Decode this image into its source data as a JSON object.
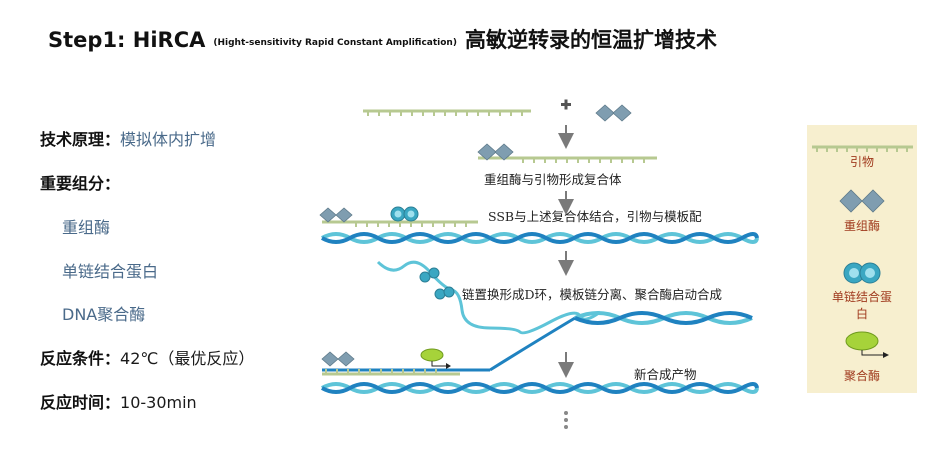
{
  "title": {
    "main": "Step1: HiRCA",
    "sub": "(Hight-sensitivity Rapid Constant Amplification)",
    "cn": "高敏逆转录的恒温扩增技术"
  },
  "left": {
    "principle_label": "技术原理",
    "principle_value": "模拟体内扩增",
    "components_label": "重要组分",
    "components": [
      "重组酶",
      "单链结合蛋白",
      "DNA聚合酶"
    ],
    "condition_label": "反应条件",
    "condition_value": "42℃（最优反应）",
    "time_label": "反应时间",
    "time_value": "10-30min"
  },
  "diagram": {
    "step1_text": "重组酶与引物形成复合体",
    "step2_text": "SSB与上述复合体结合，引物与模板配",
    "step3_text": "链置换形成D环，模板链分离、聚合酶启动合成",
    "step4_text": "新合成产物"
  },
  "legend": {
    "primer": "引物",
    "recombinase": "重组酶",
    "ssb_line1": "单链结合蛋",
    "ssb_line2": "白",
    "polymerase": "聚合酶"
  },
  "colors": {
    "primer": "#b7c991",
    "helix_dark": "#1f82c0",
    "helix_light": "#5ec4d8",
    "diamond": "#7f9db0",
    "ssb": "#3aa7c2",
    "polymerase": "#a6d33a",
    "arrow": "#7a7a7a",
    "legend_bg": "#f7efcf",
    "legend_text": "#a03a1e"
  }
}
